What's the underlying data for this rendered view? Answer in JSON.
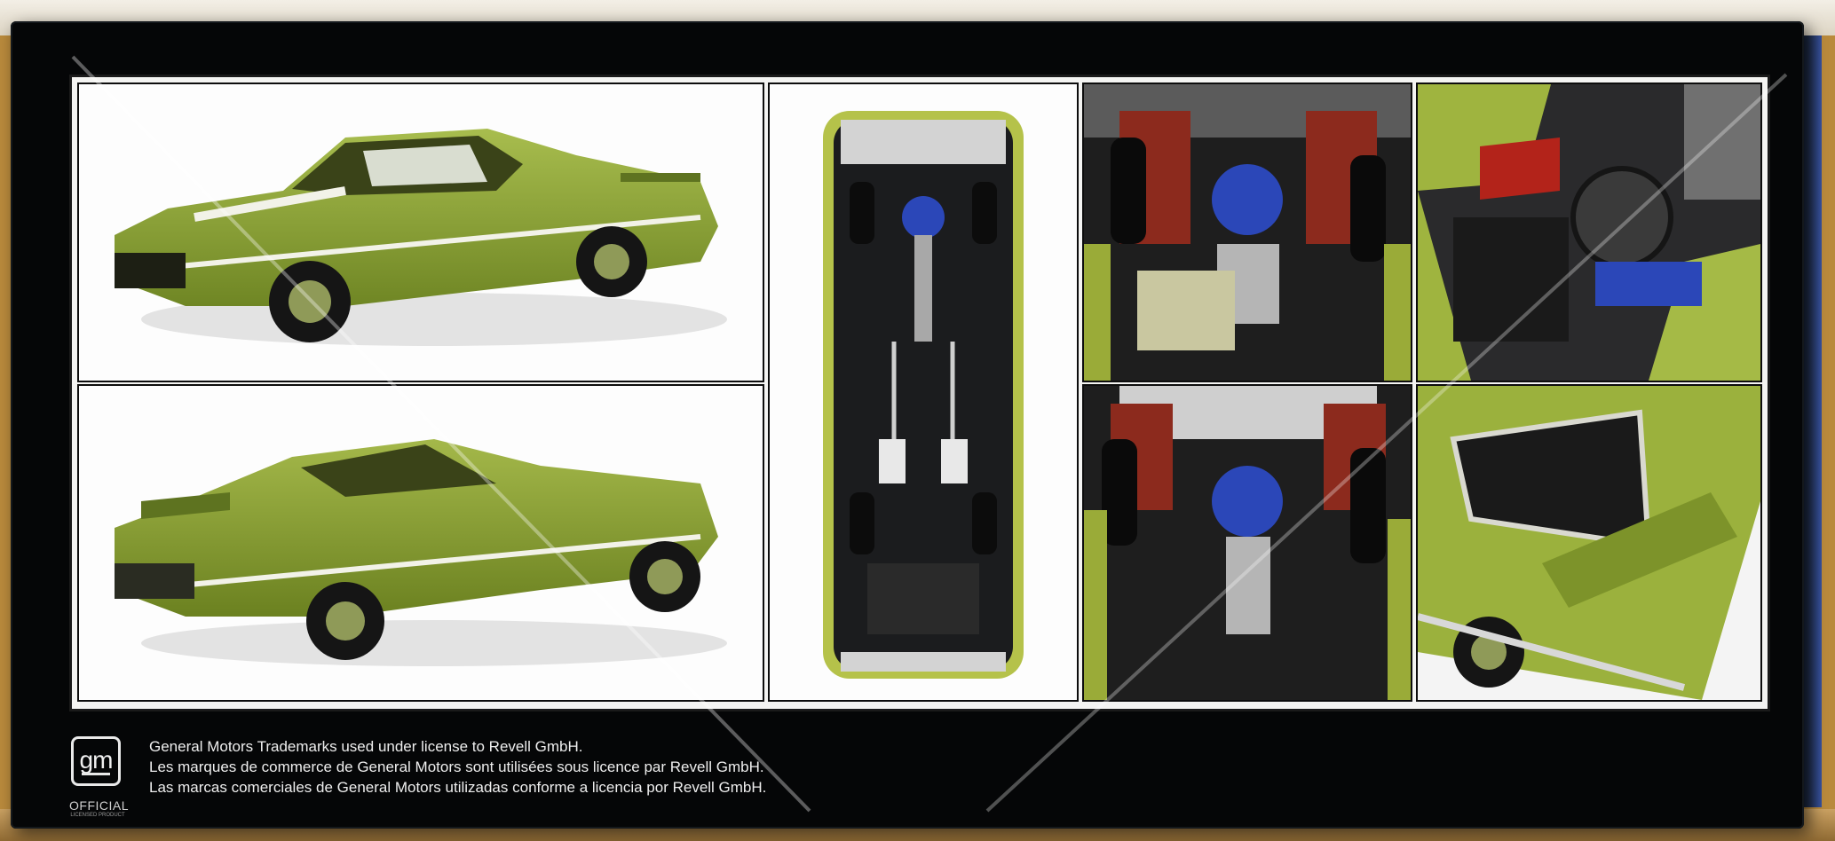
{
  "image": {
    "subject": "Revell model kit box back panel",
    "colors": {
      "box_black": "#050607",
      "car_green": "#8aa332",
      "panel_white": "#fdfdfd",
      "engine_blue": "#2b47b8",
      "inner_red": "#a52a1e"
    }
  },
  "logo": {
    "mark": "gm",
    "official": "OFFICIAL",
    "licensed": "LICENSED PRODUCT"
  },
  "legal_lines": [
    "General Motors Trademarks used under license to Revell GmbH.",
    "Les marques de commerce de General Motors sont utilisées sous licence par Revell GmbH.",
    "Las marcas comerciales de General Motors utilizadas conforme a licencia por Revell GmbH."
  ],
  "tiles": [
    {
      "name": "tile-front-three-quarter",
      "depicts": "green coupe front three-quarter view"
    },
    {
      "name": "tile-rear-three-quarter",
      "depicts": "green coupe rear three-quarter view"
    },
    {
      "name": "tile-underside-full",
      "depicts": "full chassis underside"
    },
    {
      "name": "tile-front-suspension",
      "depicts": "front suspension and engine underside"
    },
    {
      "name": "tile-engine-bay",
      "depicts": "engine bay from above"
    },
    {
      "name": "tile-underside-detail",
      "depicts": "underside engine and transmission detail"
    },
    {
      "name": "tile-trunk-spoiler",
      "depicts": "rear deck and spoiler"
    }
  ]
}
